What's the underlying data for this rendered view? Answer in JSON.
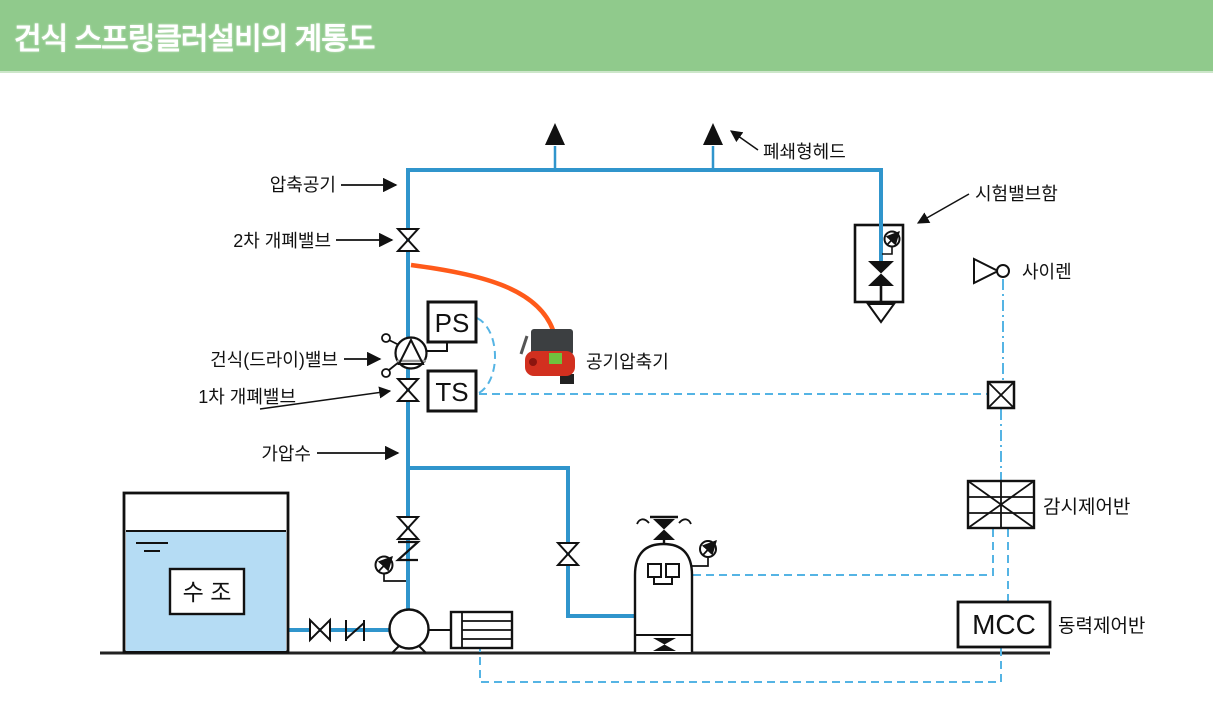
{
  "header": {
    "title": "건식 스프링클러설비의 계통도"
  },
  "colors": {
    "header_bg": "#90ca8c",
    "pipe_blue": "#3095cc",
    "signal_blue": "#55b4e4",
    "hose_orange": "#ff5a1a",
    "water_blue": "#b5dcf4",
    "line_black": "#111111"
  },
  "labels": {
    "compressed_air": "압축공기",
    "secondary_shutoff_valve": "2차 개폐밸브",
    "dry_valve": "건식(드라이)밸브",
    "primary_shutoff_valve": "1차 개폐밸브",
    "pressurized_water": "가압수",
    "closed_type_head": "폐쇄형헤드",
    "test_valve_box": "시험밸브함",
    "siren": "사이렌",
    "air_compressor": "공기압축기",
    "supervisory_control_panel": "감시제어반",
    "power_control_panel": "동력제어반",
    "water_tank": "수 조",
    "mcc": "MCC",
    "pressure_switch": "PS",
    "tamper_switch": "TS"
  }
}
